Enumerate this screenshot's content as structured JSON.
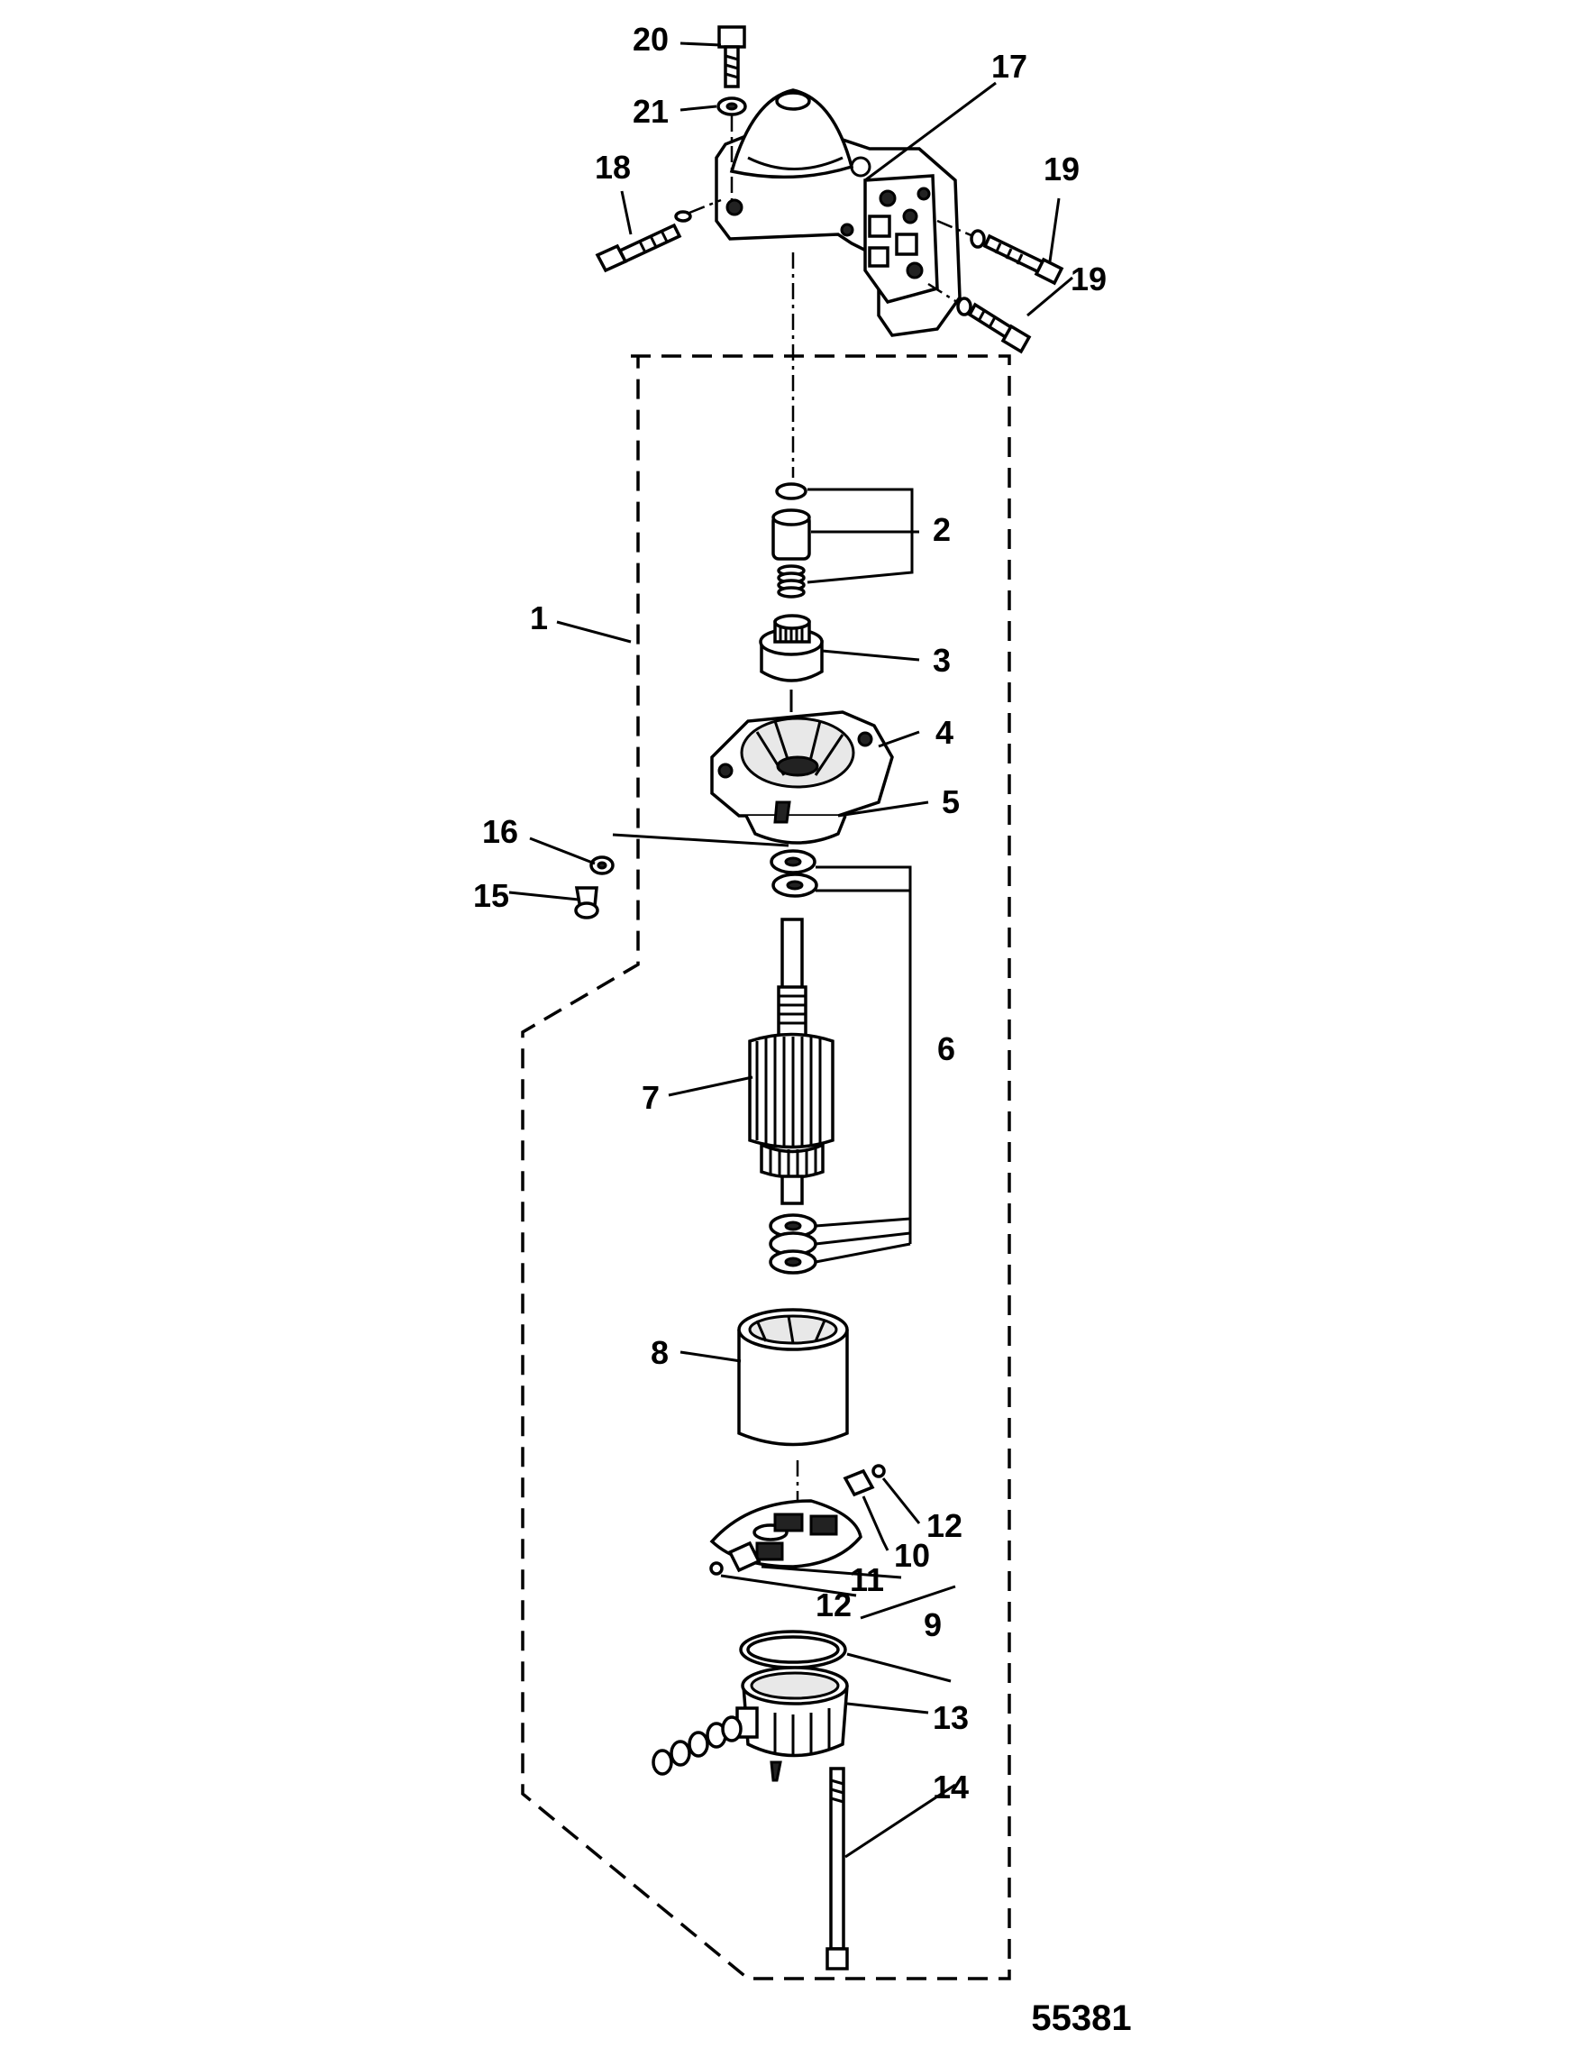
{
  "diagram": {
    "figure_number": "55381",
    "callouts": [
      {
        "id": "c20",
        "label": "20"
      },
      {
        "id": "c21",
        "label": "21"
      },
      {
        "id": "c17",
        "label": "17"
      },
      {
        "id": "c18",
        "label": "18"
      },
      {
        "id": "c19a",
        "label": "19"
      },
      {
        "id": "c19b",
        "label": "19"
      },
      {
        "id": "c2",
        "label": "2"
      },
      {
        "id": "c1",
        "label": "1"
      },
      {
        "id": "c3",
        "label": "3"
      },
      {
        "id": "c4",
        "label": "4"
      },
      {
        "id": "c5",
        "label": "5"
      },
      {
        "id": "c16",
        "label": "16"
      },
      {
        "id": "c15",
        "label": "15"
      },
      {
        "id": "c6",
        "label": "6"
      },
      {
        "id": "c7",
        "label": "7"
      },
      {
        "id": "c8",
        "label": "8"
      },
      {
        "id": "c12a",
        "label": "12"
      },
      {
        "id": "c10",
        "label": "10"
      },
      {
        "id": "c11",
        "label": "11"
      },
      {
        "id": "c12b",
        "label": "12"
      },
      {
        "id": "c9",
        "label": "9"
      },
      {
        "id": "c13",
        "label": "13"
      },
      {
        "id": "c14",
        "label": "14"
      }
    ]
  }
}
